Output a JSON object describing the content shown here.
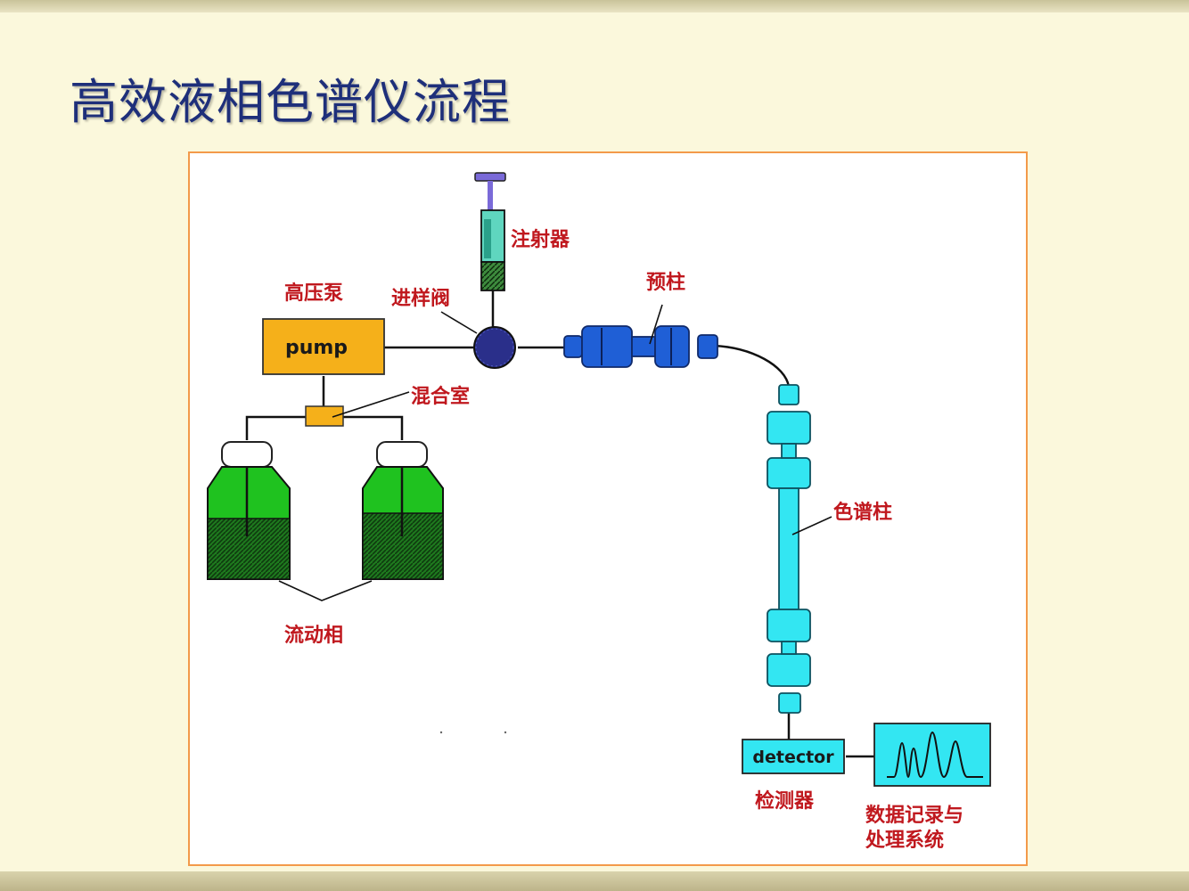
{
  "title": "高效液相色谱仪流程",
  "labels": {
    "injector": "注射器",
    "high_pressure_pump": "高压泵",
    "injection_valve": "进样阀",
    "precolumn": "预柱",
    "mixing_chamber": "混合室",
    "chromatographic_column": "色谱柱",
    "mobile_phase": "流动相",
    "detector_cn": "检测器",
    "data_system_line1": "数据记录与",
    "data_system_line2": "处理系统"
  },
  "devices": {
    "pump": "pump",
    "detector": "detector"
  },
  "colors": {
    "title": "#1e2f7a",
    "label": "#c0181e",
    "frame": "#f39a4a",
    "pump": "#f5b01a",
    "valve": "#2a2f8a",
    "precolumn": "#1f5fd6",
    "column": "#33e6f2",
    "bottle": "#1fc21f",
    "detector": "#33e6f2"
  }
}
